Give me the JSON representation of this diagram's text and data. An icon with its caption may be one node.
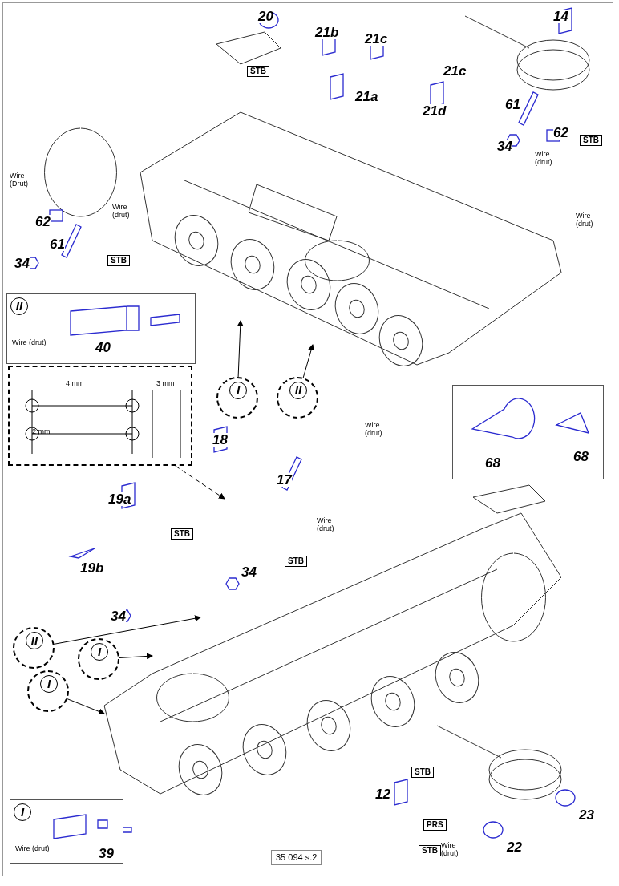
{
  "diagram": {
    "nodes": [
      {
        "text": [
          "II",
          "Wire (drut)",
          "40"
        ]
      },
      {
        "text": [
          "4 mm",
          "3 mm",
          "2 mm"
        ]
      },
      {
        "text": [
          "I"
        ]
      },
      {
        "text": [
          "II"
        ]
      },
      {
        "text": [
          "68",
          "68"
        ]
      },
      {
        "text": [
          "II"
        ]
      },
      {
        "text": [
          "I"
        ]
      },
      {
        "text": [
          "I"
        ]
      },
      {
        "text": [
          "I",
          "Wire (drut)",
          "39"
        ]
      }
    ],
    "edges": [
      {
        "from": 1,
        "to": null,
        "arrow": "to",
        "style": "dashed"
      },
      {
        "from": 2,
        "to": null,
        "arrow": "to"
      },
      {
        "from": 3,
        "to": null,
        "arrow": "to"
      },
      {
        "from": 5,
        "to": null,
        "arrow": "to"
      },
      {
        "from": 6,
        "to": null,
        "arrow": "to"
      },
      {
        "from": 7,
        "to": null,
        "arrow": "to"
      }
    ],
    "labels": [
      "20",
      "21b",
      "21c",
      "14",
      "STB",
      "21c",
      "21a",
      "21d",
      "61",
      "62",
      "34",
      "STB",
      "Wire (drut)",
      "Wire (Drut)",
      "62",
      "Wire (drut)",
      "61",
      "34",
      "STB",
      "Wire (drut)",
      "Wire (drut)",
      "18",
      "17",
      "Wire (drut)",
      "19a",
      "STB",
      "STB",
      "19b",
      "34",
      "34",
      "STB",
      "12",
      "PRS",
      "STB",
      "Wire (drut)",
      "23",
      "22",
      "35 094 s.2"
    ]
  }
}
